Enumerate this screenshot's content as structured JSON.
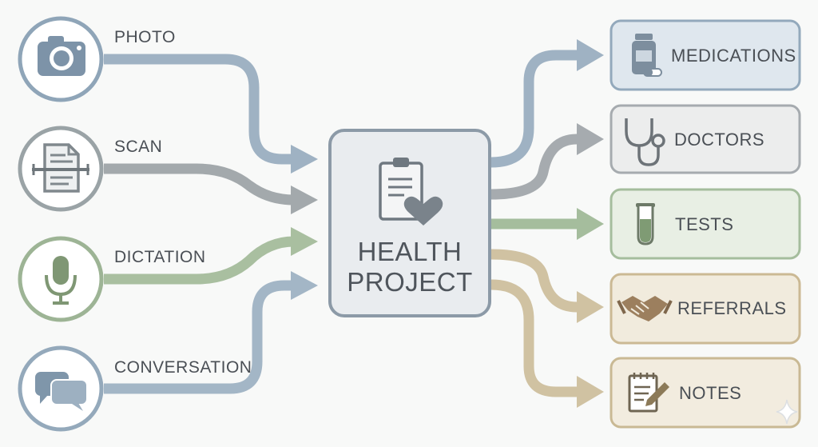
{
  "hub": {
    "line1": "HEALTH",
    "line2": "PROJECT",
    "icon": "clipboard-heart-icon"
  },
  "inputs": [
    {
      "label": "PHOTO",
      "icon": "camera-icon",
      "color": "#8fa5b8"
    },
    {
      "label": "SCAN",
      "icon": "document-scanner-icon",
      "color": "#9aa3a6"
    },
    {
      "label": "DICTATION",
      "icon": "microphone-icon",
      "color": "#9db495"
    },
    {
      "label": "CONVERSATION",
      "icon": "chat-bubbles-icon",
      "color": "#94a9bb"
    }
  ],
  "outputs": [
    {
      "label": "MEDICATIONS",
      "icon": "pill-bottle-icon",
      "color": "#93a9bc",
      "fill": "#dfe7ee"
    },
    {
      "label": "DOCTORS",
      "icon": "stethoscope-icon",
      "color": "#a6abaf",
      "fill": "#eceded"
    },
    {
      "label": "TESTS",
      "icon": "test-tube-icon",
      "color": "#a5bd9d",
      "fill": "#e8efe4"
    },
    {
      "label": "REFERRALS",
      "icon": "handshake-icon",
      "color": "#cbb994",
      "fill": "#f1ebdd"
    },
    {
      "label": "NOTES",
      "icon": "notepad-pencil-icon",
      "color": "#c9b994",
      "fill": "#f2ecdf"
    }
  ]
}
